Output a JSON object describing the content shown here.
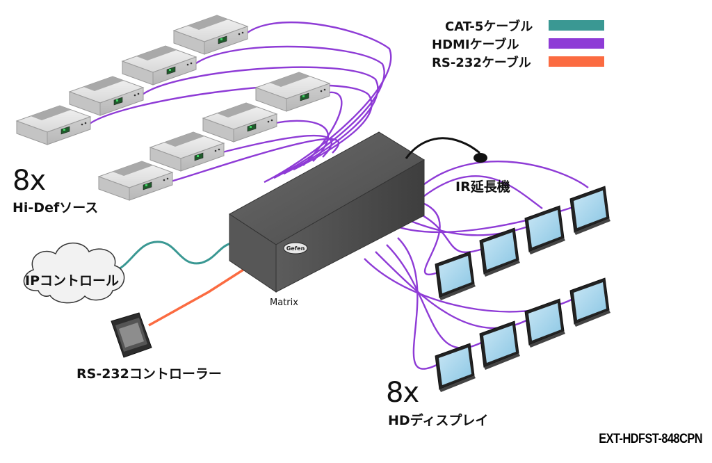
{
  "legend": [
    {
      "label": "CAT-5ケーブル",
      "color": "#3a9893"
    },
    {
      "label": "HDMIケーブル",
      "color": "#8e3bd6"
    },
    {
      "label": "RS-232ケーブル",
      "color": "#fb6b41"
    }
  ],
  "sources": {
    "count": "8x",
    "label": "Hi-Defソース"
  },
  "displays": {
    "count": "8x",
    "label": "HDディスプレイ"
  },
  "matrix": {
    "label": "Matrix",
    "logo": "Gefen"
  },
  "ir": {
    "label": "IR延長機"
  },
  "ip": {
    "label": "IPコントロール"
  },
  "rs232": {
    "label": "RS-232コントローラー"
  },
  "model": "EXT-HDFST-848CPN",
  "colors": {
    "cat5": "#3a9893",
    "hdmi": "#8e3bd6",
    "rs232": "#fb6b41"
  }
}
